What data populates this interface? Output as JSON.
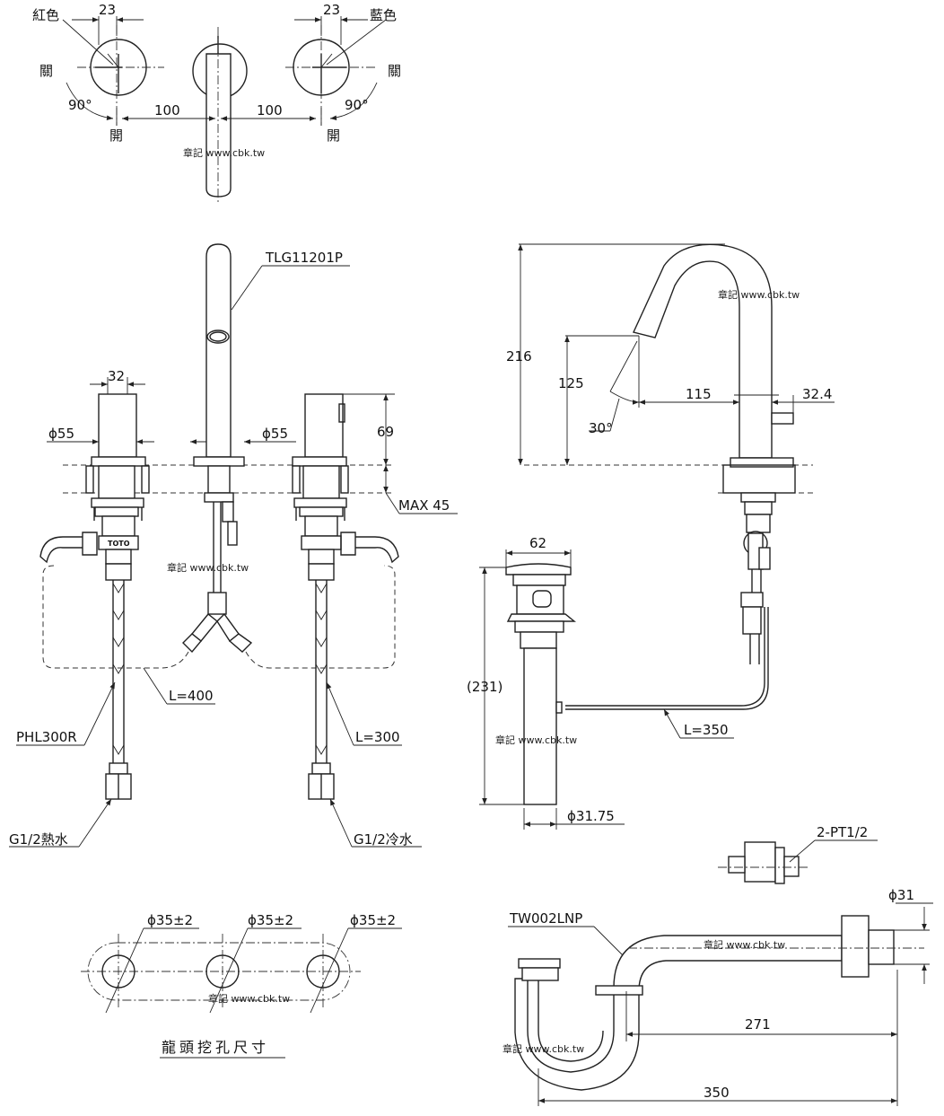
{
  "top_view": {
    "red_label": "紅色",
    "blue_label": "藍色",
    "dim_left": "23",
    "dim_right": "23",
    "closed_left": "關",
    "closed_right": "關",
    "open_left": "開",
    "open_right": "開",
    "angle_left": "90°",
    "angle_right": "90°",
    "spacing_left": "100",
    "spacing_right": "100"
  },
  "front_view": {
    "spout_model": "TLG11201P",
    "dim_32": "32",
    "dia_left": "ϕ55",
    "dia_center": "ϕ55",
    "dim_69": "69",
    "max_thickness": "MAX 45",
    "hose_400": "L=400",
    "hose_model": "PHL300R",
    "hose_300": "L=300",
    "hot_inlet": "G1/2熱水",
    "cold_inlet": "G1/2冷水",
    "logo_text": "TOTO"
  },
  "side_view": {
    "height_total": "216",
    "height_outlet": "125",
    "reach": "115",
    "lever_offset": "32.4",
    "angle": "30°"
  },
  "drain": {
    "width": "62",
    "length": "(231)",
    "rod_length": "L=350",
    "diameter": "ϕ31.75"
  },
  "holes": {
    "hole_left": "ϕ35±2",
    "hole_center": "ϕ35±2",
    "hole_right": "ϕ35±2",
    "caption": "龍頭挖孔尺寸"
  },
  "trap": {
    "model": "TW002LNP",
    "flange": "2-PT1/2",
    "outlet_dia": "ϕ31",
    "dim_271": "271",
    "dim_350": "350"
  },
  "watermark": {
    "w1": "章記 www.cbk.tw",
    "w2": "章記 www.cbk.tw",
    "w3": "章記 www.cbk.tw",
    "w4": "章記 www.cbk.tw",
    "w5": "章記 www.cbk.tw",
    "w6": "章記 www.cbk.tw",
    "w7": "章記 www.cbk.tw"
  }
}
